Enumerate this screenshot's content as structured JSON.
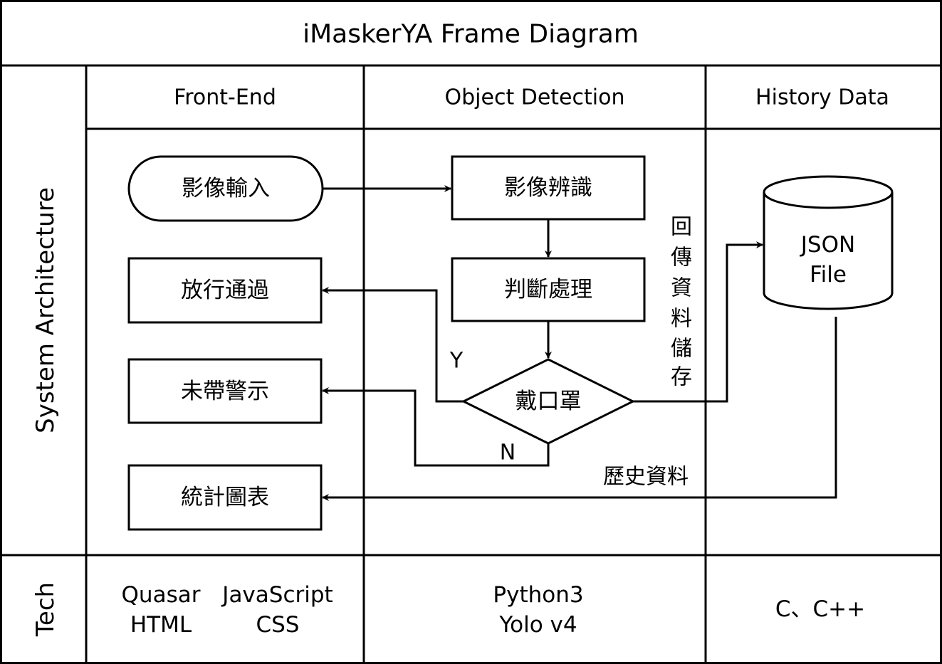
{
  "title": "iMaskerYA Frame Diagram",
  "rows": {
    "main": "System Architecture",
    "tech": "Tech"
  },
  "columns": {
    "frontend": "Front-End",
    "detection": "Object Detection",
    "history": "History Data"
  },
  "nodes": {
    "image_input": "影像輸入",
    "image_recognition": "影像辨識",
    "judgement": "判斷處理",
    "wear_mask": "戴口罩",
    "pass": "放行通過",
    "warning": "未帶警示",
    "statistics": "統計圖表",
    "json_line1": "JSON",
    "json_line2": "File"
  },
  "labels": {
    "yes": "Y",
    "no": "N",
    "return_store": [
      "回",
      "傳",
      "資",
      "料",
      "儲",
      "存"
    ],
    "history_data": "歷史資料"
  },
  "tech": {
    "frontend_1": "Quasar",
    "frontend_2": "JavaScript",
    "frontend_3": "HTML",
    "frontend_4": "CSS",
    "detection_1": "Python3",
    "detection_2": "Yolo v4",
    "history_1": "C、C++"
  },
  "colors": {
    "stroke": "#000000",
    "background": "#ffffff"
  }
}
